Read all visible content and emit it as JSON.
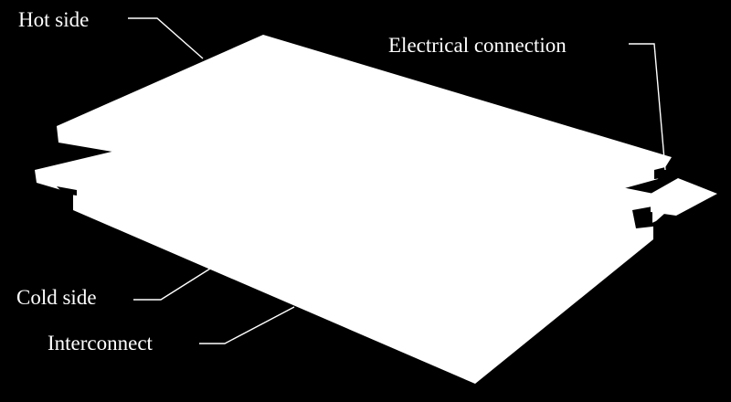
{
  "diagram": {
    "background_color": "#000000",
    "foreground_color": "#ffffff",
    "labels": {
      "hot_side": "Hot side",
      "electrical_connection": "Electrical connection",
      "cold_side": "Cold side",
      "interconnect": "Interconnect"
    }
  }
}
